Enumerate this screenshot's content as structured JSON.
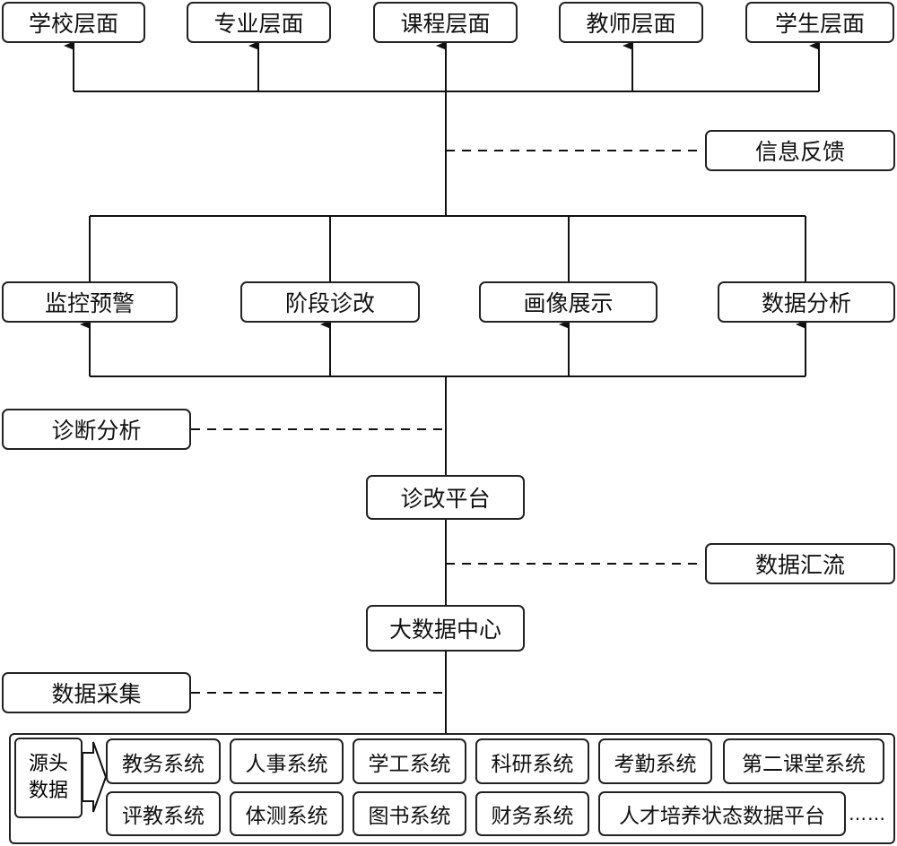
{
  "top_levels": [
    "学校层面",
    "专业层面",
    "课程层面",
    "教师层面",
    "学生层面"
  ],
  "feedback_label": "信息反馈",
  "functions": [
    "监控预警",
    "阶段诊改",
    "画像展示",
    "数据分析"
  ],
  "diagnosis_label": "诊断分析",
  "platform": "诊改平台",
  "aggregation_label": "数据汇流",
  "data_center": "大数据中心",
  "collection_label": "数据采集",
  "source_label": [
    "源头",
    "数据"
  ],
  "systems_row1": [
    "教务系统",
    "人事系统",
    "学工系统",
    "科研系统",
    "考勤系统",
    "第二课堂系统"
  ],
  "systems_row2": [
    "评教系统",
    "体测系统",
    "图书系统",
    "财务系统",
    "人才培养状态数据平台"
  ],
  "ellipsis": "……"
}
